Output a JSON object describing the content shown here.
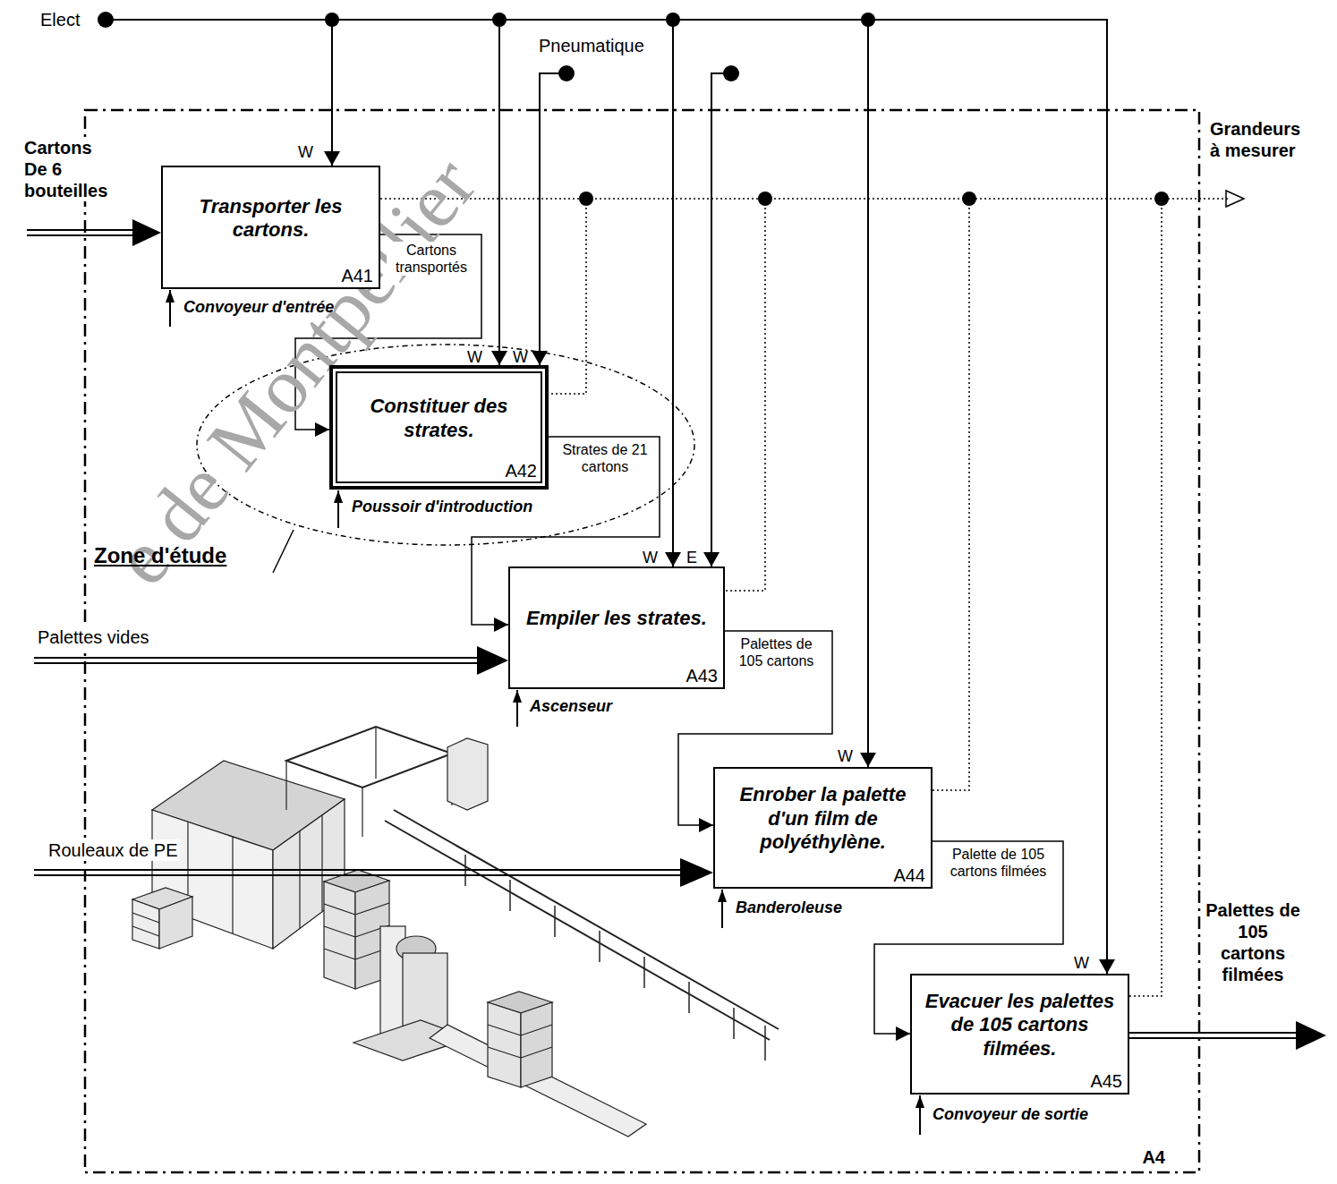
{
  "diagram": {
    "nodes": [
      {
        "text": [
          "A4"
        ]
      },
      {
        "text": [
          "Transporter les cartons.",
          "A41"
        ],
        "in": 0
      },
      {
        "text": [
          "Constituer des strates.",
          "A42"
        ],
        "in": 0
      },
      {
        "text": [
          "Empiler les strates.",
          "A43"
        ],
        "in": 0
      },
      {
        "text": [
          "Enrober la palette d'un film de polyéthylène.",
          "A44"
        ],
        "in": 0
      },
      {
        "text": [
          "Evacuer les palettes de 105 cartons filmées.",
          "A45"
        ],
        "in": 0
      }
    ],
    "edges": [
      {
        "from": 1,
        "to": 2,
        "label": "Cartons transportés",
        "arrow": "to"
      },
      {
        "from": 2,
        "to": 3,
        "label": "Strates de 21 cartons",
        "arrow": "to"
      },
      {
        "from": 3,
        "to": 4,
        "label": "Palettes de 105 cartons",
        "arrow": "to"
      },
      {
        "from": 4,
        "to": 5,
        "label": "Palette de 105 cartons filmées",
        "arrow": "to"
      }
    ],
    "labels": [
      "Elect",
      "Pneumatique",
      "Grandeurs à mesurer",
      "Cartons De 6 bouteilles",
      "W",
      "Convoyeur d'entrée",
      "W",
      "W",
      "Zone d'étude",
      "Poussoir d'introduction",
      "W",
      "E",
      "Palettes vides",
      "Ascenseur",
      "W",
      "Rouleaux de PE",
      "Banderoleuse",
      "W",
      "Palettes de 105 cartons filmées",
      "Convoyeur de sortie",
      "e de Montpellier"
    ]
  }
}
